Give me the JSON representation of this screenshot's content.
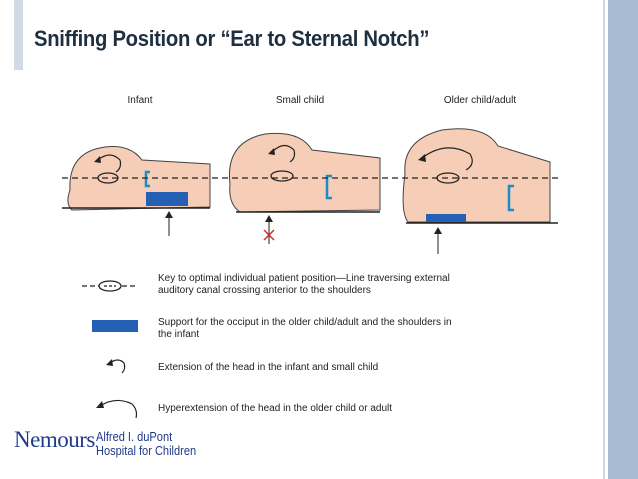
{
  "title": "Sniffing Position or “Ear to Sternal Notch”",
  "figure": {
    "columns": [
      "Infant",
      "Small child",
      "Older child/adult"
    ],
    "legend": [
      {
        "icon": "dashed-line-oval-icon",
        "text": "Key to optimal individual patient position—Line traversing external auditory canal crossing anterior to the shoulders"
      },
      {
        "icon": "support-block-icon",
        "text": "Support for the occiput in the older child/adult and the shoulders in the infant"
      },
      {
        "icon": "small-curved-arrow-icon",
        "text": "Extension of the head in the infant and small child"
      },
      {
        "icon": "large-curved-arrow-icon",
        "text": "Hyperextension of the head in the older child or adult"
      }
    ]
  },
  "logo": {
    "brand": "Nemours",
    "hospital_line1": "Alfred I. duPont",
    "hospital_line2": "Hospital for Children"
  },
  "colors": {
    "support_blue": "#2460b4",
    "skin": "#f6cdb6",
    "title": "#1e2f40",
    "sidebar": "#a8bcd1",
    "logo": "#1f3a8a"
  }
}
